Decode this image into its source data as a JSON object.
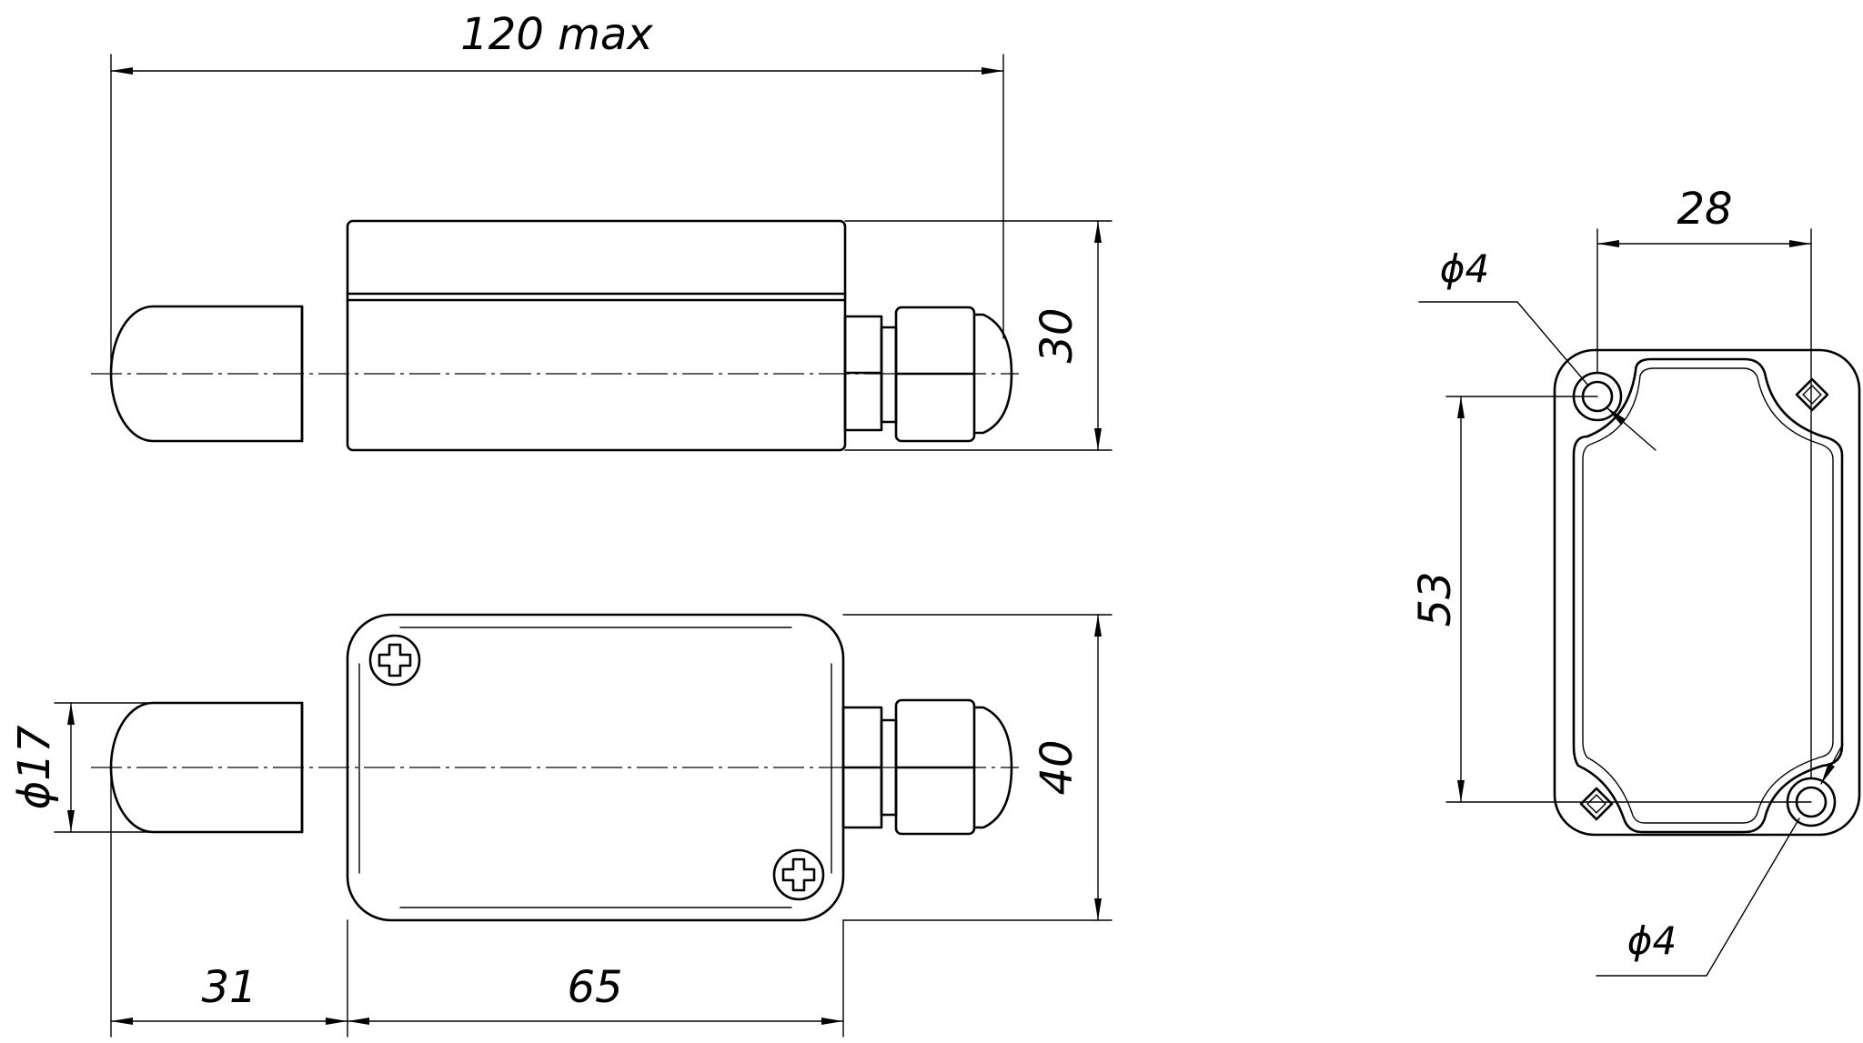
{
  "dimensions": {
    "overall_length": "120 max",
    "height_side": "30",
    "width_top": "40",
    "diameter_probe": "ϕ17",
    "probe_length": "31",
    "body_length": "65",
    "enclosure_width": "28",
    "enclosure_height": "53",
    "hole_top": "ϕ4",
    "hole_bottom": "ϕ4"
  }
}
